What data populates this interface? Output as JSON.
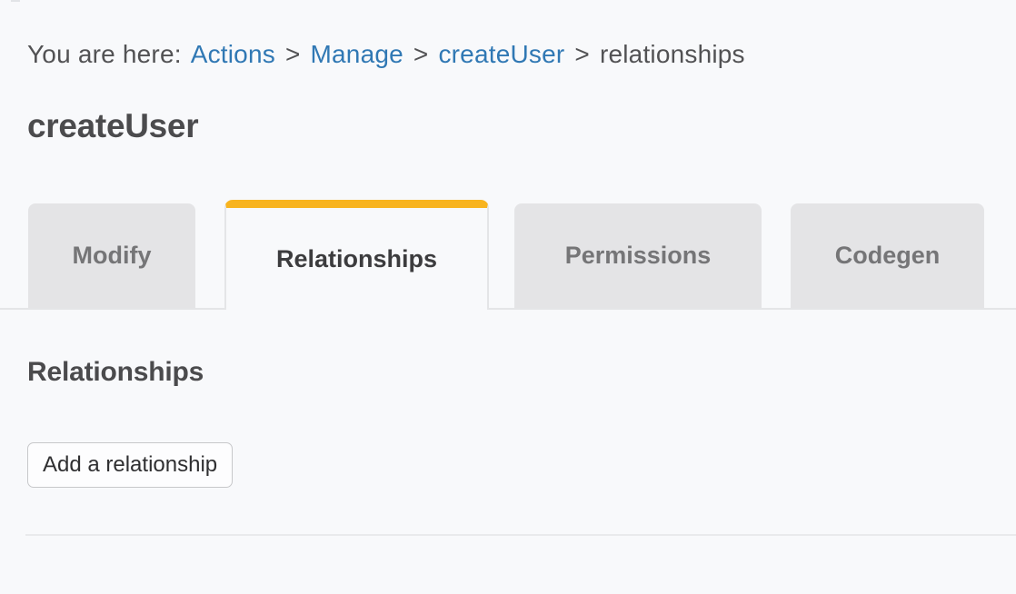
{
  "page": {
    "background_color": "#f8f9fb",
    "accent_yellow": "#f8b41f",
    "link_blue": "#3078b4"
  },
  "breadcrumb": {
    "prefix": "You are here:",
    "separator": ">",
    "links": [
      {
        "label": "Actions"
      },
      {
        "label": "Manage"
      },
      {
        "label": "createUser"
      }
    ],
    "current": "relationships"
  },
  "header": {
    "title": "createUser"
  },
  "tabs": [
    {
      "label": "Modify",
      "active": false
    },
    {
      "label": "Relationships",
      "active": true
    },
    {
      "label": "Permissions",
      "active": false
    },
    {
      "label": "Codegen",
      "active": false
    }
  ],
  "content": {
    "section_heading": "Relationships",
    "add_button_label": "Add a relationship"
  }
}
